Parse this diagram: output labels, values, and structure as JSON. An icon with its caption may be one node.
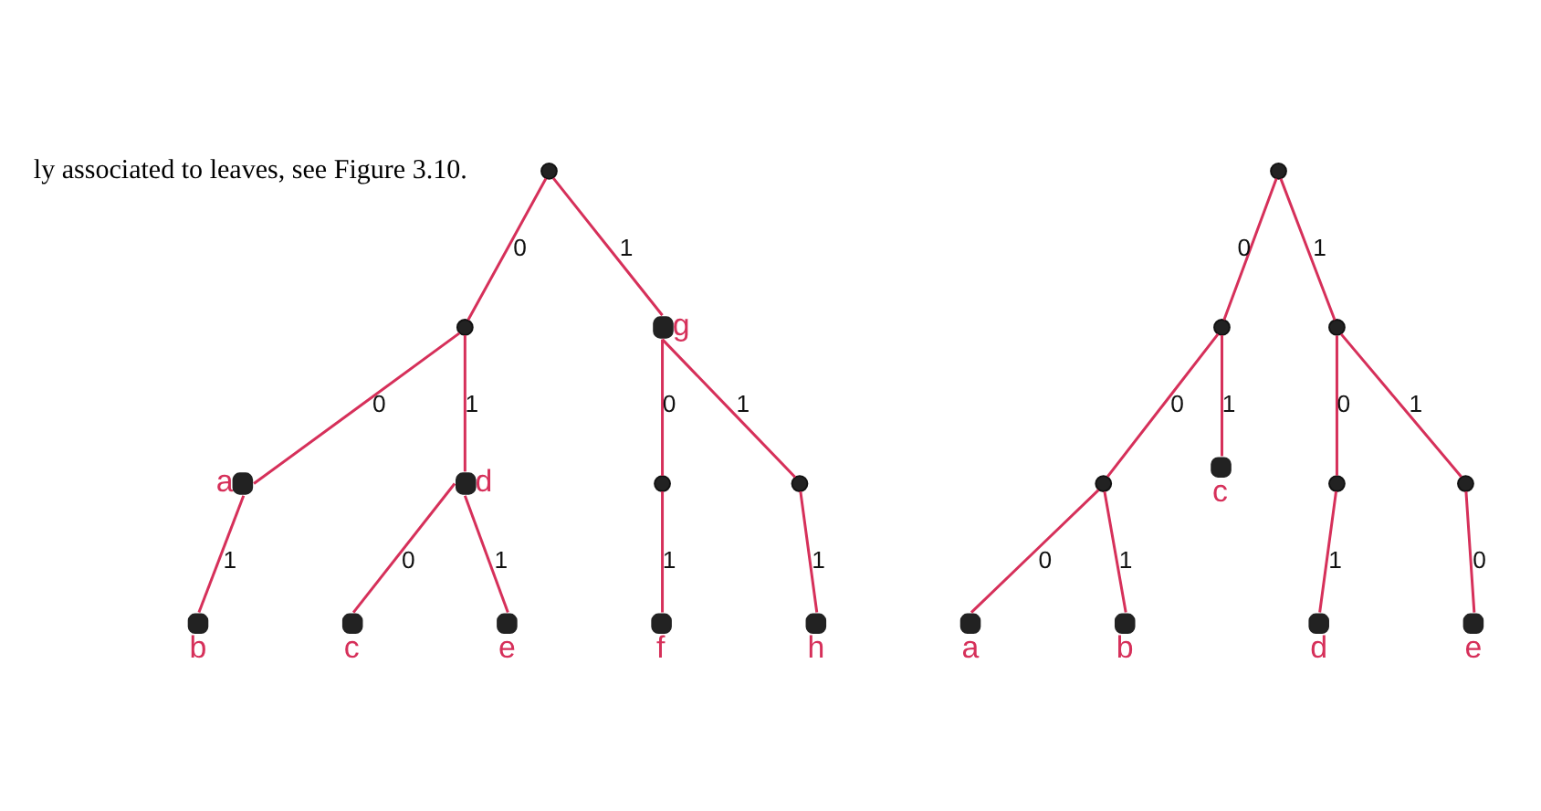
{
  "diagram": {
    "nodes": [
      {
        "text": [],
        "shape": "circle"
      },
      {
        "text": [],
        "shape": "circle"
      },
      {
        "text": [],
        "shape": "circle",
        "beside": [
          "g"
        ]
      },
      {
        "text": [],
        "shape": "circle",
        "beside": [
          "a"
        ]
      },
      {
        "text": [],
        "shape": "circle",
        "beside": [
          "d"
        ]
      },
      {
        "text": [],
        "shape": "circle"
      },
      {
        "text": [],
        "shape": "circle"
      },
      {
        "text": [],
        "shape": "circle",
        "beside": [
          "b"
        ]
      },
      {
        "text": [],
        "shape": "circle",
        "beside": [
          "c"
        ]
      },
      {
        "text": [],
        "shape": "circle",
        "beside": [
          "e"
        ]
      },
      {
        "text": [],
        "shape": "circle",
        "beside": [
          "f"
        ]
      },
      {
        "text": [],
        "shape": "circle",
        "beside": [
          "h"
        ]
      },
      {
        "text": [],
        "shape": "circle"
      },
      {
        "text": [],
        "shape": "circle"
      },
      {
        "text": [],
        "shape": "circle"
      },
      {
        "text": [],
        "shape": "circle"
      },
      {
        "text": [],
        "shape": "circle",
        "beside": [
          "c"
        ]
      },
      {
        "text": [],
        "shape": "circle"
      },
      {
        "text": [],
        "shape": "circle"
      },
      {
        "text": [],
        "shape": "circle",
        "beside": [
          "a"
        ]
      },
      {
        "text": [],
        "shape": "circle",
        "beside": [
          "b"
        ]
      },
      {
        "text": [],
        "shape": "circle",
        "beside": [
          "d"
        ]
      },
      {
        "text": [],
        "shape": "circle",
        "beside": [
          "e"
        ]
      }
    ],
    "edges": [
      {
        "from": 0,
        "to": 1,
        "arrow": "none",
        "label": "0"
      },
      {
        "from": 0,
        "to": 2,
        "arrow": "none",
        "label": "1"
      },
      {
        "from": 1,
        "to": 3,
        "arrow": "none",
        "label": "0"
      },
      {
        "from": 1,
        "to": 4,
        "arrow": "none",
        "label": "1"
      },
      {
        "from": 2,
        "to": 5,
        "arrow": "none",
        "label": "0"
      },
      {
        "from": 2,
        "to": 6,
        "arrow": "none",
        "label": "1"
      },
      {
        "from": 3,
        "to": 7,
        "arrow": "none",
        "label": "1"
      },
      {
        "from": 4,
        "to": 8,
        "arrow": "none",
        "label": "0"
      },
      {
        "from": 4,
        "to": 9,
        "arrow": "none",
        "label": "1"
      },
      {
        "from": 5,
        "to": 10,
        "arrow": "none",
        "label": "1"
      },
      {
        "from": 6,
        "to": 11,
        "arrow": "none",
        "label": "1"
      },
      {
        "from": 12,
        "to": 13,
        "arrow": "none",
        "label": "0"
      },
      {
        "from": 12,
        "to": 14,
        "arrow": "none",
        "label": "1"
      },
      {
        "from": 13,
        "to": 15,
        "arrow": "none",
        "label": "0"
      },
      {
        "from": 13,
        "to": 16,
        "arrow": "none",
        "label": "1"
      },
      {
        "from": 14,
        "to": 17,
        "arrow": "none",
        "label": "0"
      },
      {
        "from": 14,
        "to": 18,
        "arrow": "none",
        "label": "1"
      },
      {
        "from": 15,
        "to": 19,
        "arrow": "none",
        "label": "0"
      },
      {
        "from": 15,
        "to": 20,
        "arrow": "none",
        "label": "1"
      },
      {
        "from": 17,
        "to": 21,
        "arrow": "none",
        "label": "1"
      },
      {
        "from": 18,
        "to": 22,
        "arrow": "none",
        "label": "0"
      }
    ],
    "labels": [
      "ly associated to leaves, see Figure 3.10."
    ]
  }
}
